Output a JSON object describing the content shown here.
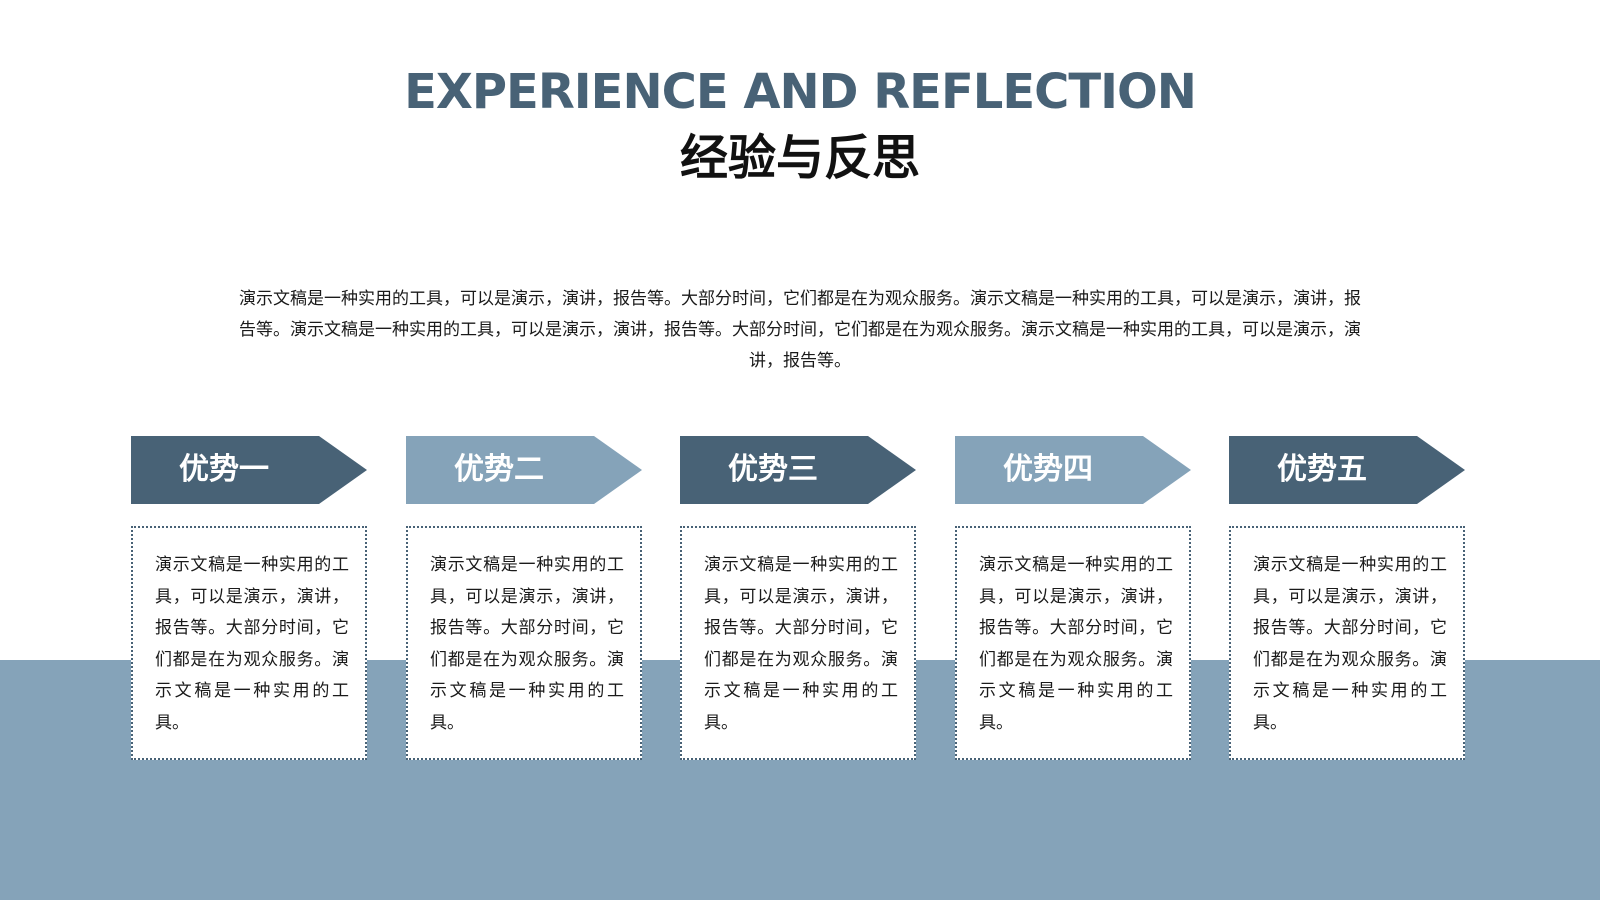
{
  "title_en": "EXPERIENCE AND REFLECTION",
  "title_cn": "经验与反思",
  "intro": "演示文稿是一种实用的工具，可以是演示，演讲，报告等。大部分时间，它们都是在为观众服务。演示文稿是一种实用的工具，可以是演示，演讲，报告等。演示文稿是一种实用的工具，可以是演示，演讲，报告等。大部分时间，它们都是在为观众服务。演示文稿是一种实用的工具，可以是演示，演讲，报告等。",
  "colors": {
    "dark": "#486276",
    "light": "#85a3b9",
    "band": "#85a3b9"
  },
  "items": [
    {
      "label": "优势一",
      "text": "演示文稿是一种实用的工具，可以是演示，演讲，报告等。大部分时间，它们都是在为观众服务。演示文稿是一种实用的工具。"
    },
    {
      "label": "优势二",
      "text": "演示文稿是一种实用的工具，可以是演示，演讲，报告等。大部分时间，它们都是在为观众服务。演示文稿是一种实用的工具。"
    },
    {
      "label": "优势三",
      "text": "演示文稿是一种实用的工具，可以是演示，演讲，报告等。大部分时间，它们都是在为观众服务。演示文稿是一种实用的工具。"
    },
    {
      "label": "优势四",
      "text": "演示文稿是一种实用的工具，可以是演示，演讲，报告等。大部分时间，它们都是在为观众服务。演示文稿是一种实用的工具。"
    },
    {
      "label": "优势五",
      "text": "演示文稿是一种实用的工具，可以是演示，演讲，报告等。大部分时间，它们都是在为观众服务。演示文稿是一种实用的工具。"
    }
  ]
}
